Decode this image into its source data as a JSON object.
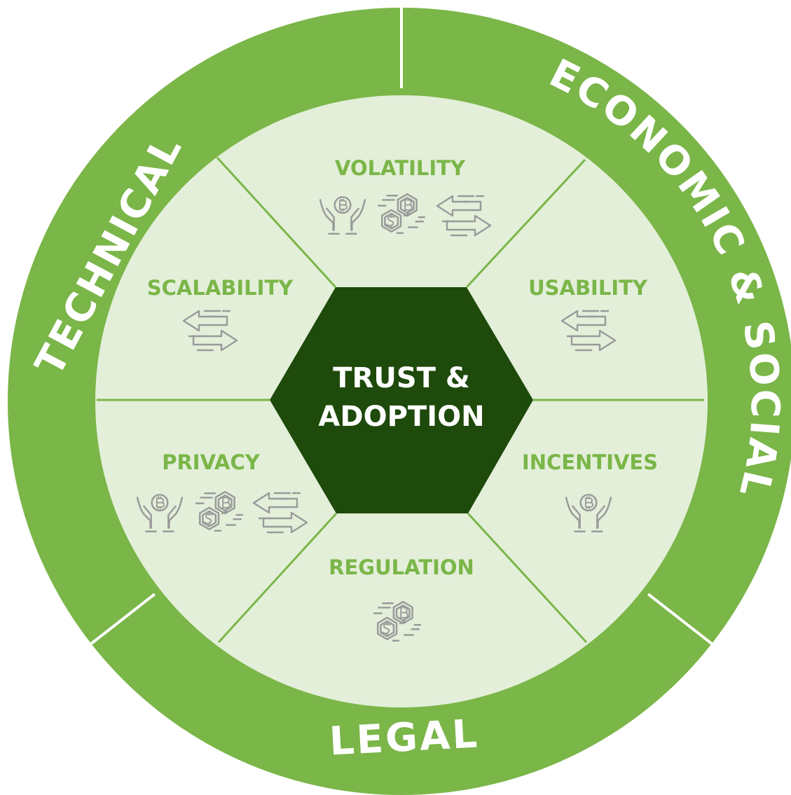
{
  "center": {
    "line1": "TRUST &",
    "line2": "ADOPTION"
  },
  "ring": {
    "technical": "TECHNICAL",
    "economic_social": "ECONOMIC & SOCIAL",
    "legal": "LEGAL"
  },
  "segments": {
    "volatility": {
      "label": "VOLATILITY",
      "icons": [
        "hands-bitcoin-icon",
        "coins-icon",
        "exchange-arrows-icon"
      ]
    },
    "usability": {
      "label": "USABILITY",
      "icons": [
        "exchange-arrows-icon"
      ]
    },
    "incentives": {
      "label": "INCENTIVES",
      "icons": [
        "hands-bitcoin-icon"
      ]
    },
    "regulation": {
      "label": "REGULATION",
      "icons": [
        "coins-icon"
      ]
    },
    "privacy": {
      "label": "PRIVACY",
      "icons": [
        "hands-bitcoin-icon",
        "coins-icon",
        "exchange-arrows-icon"
      ]
    },
    "scalability": {
      "label": "SCALABILITY",
      "icons": [
        "exchange-arrows-icon"
      ]
    }
  },
  "colors": {
    "ring": "#7ab648",
    "inner": "#e3efd9",
    "center": "#1e4a0b",
    "divider": "#7ab648",
    "icon": "#9a9a9a"
  }
}
